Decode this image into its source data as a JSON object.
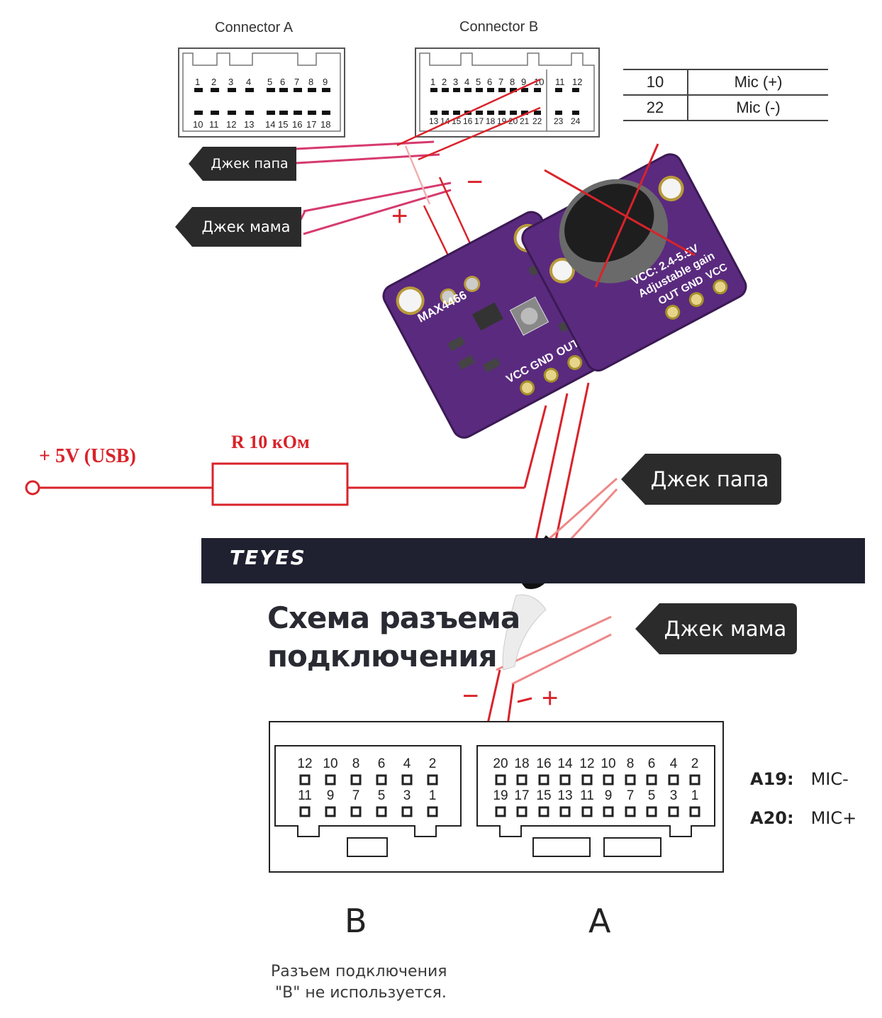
{
  "connectors": {
    "a_title": "Connector A",
    "b_title": "Connector B",
    "a_top_pins": [
      "1",
      "2",
      "3",
      "4",
      "5",
      "6",
      "7",
      "8",
      "9"
    ],
    "a_bottom_pins": [
      "10",
      "11",
      "12",
      "13",
      "14",
      "15",
      "16",
      "17",
      "18"
    ],
    "b_top_pins": [
      "1",
      "2",
      "3",
      "4",
      "5",
      "6",
      "7",
      "8",
      "9",
      "10",
      "11",
      "12"
    ],
    "b_bottom_pins": [
      "13",
      "14",
      "15",
      "16",
      "17",
      "18",
      "19",
      "20",
      "21",
      "22",
      "23",
      "24"
    ]
  },
  "mic_table": [
    {
      "pin": "10",
      "signal": "Mic (+)"
    },
    {
      "pin": "22",
      "signal": "Mic (-)"
    }
  ],
  "jack_labels": {
    "top_male": "Джек папа",
    "top_female": "Джек мама",
    "mid_male": "Джек папа",
    "mid_female": "Джек мама"
  },
  "polarity": {
    "plus": "+",
    "minus": "−"
  },
  "module_left": {
    "chip": "MAX4466",
    "pins": [
      "VCC",
      "GND",
      "OUT"
    ]
  },
  "module_right": {
    "vcc_text": "VCC: 2.4-5.5V",
    "gain_text": "Adjustable gain",
    "pins": [
      "OUT",
      "GND",
      "VCC"
    ]
  },
  "power": {
    "source_label": "+ 5V  (USB)",
    "resistor_label": "R 10 кОм"
  },
  "teyes": {
    "logo": "TEYES",
    "title_line1": "Схема разъема",
    "title_line2": "подключения"
  },
  "headunit": {
    "b_top": [
      "12",
      "10",
      "8",
      "6",
      "4",
      "2"
    ],
    "b_bottom": [
      "11",
      "9",
      "7",
      "5",
      "3",
      "1"
    ],
    "a_top": [
      "20",
      "18",
      "16",
      "14",
      "12",
      "10",
      "8",
      "6",
      "4",
      "2"
    ],
    "a_bottom": [
      "19",
      "17",
      "15",
      "13",
      "11",
      "9",
      "7",
      "5",
      "3",
      "1"
    ],
    "label_b": "B",
    "label_a": "A",
    "legend": [
      {
        "pin": "A19:",
        "signal": "MIC-"
      },
      {
        "pin": "A20:",
        "signal": "MIC+"
      }
    ],
    "note_line1": "Разъем подключения",
    "note_line2": "\"B\" не используется."
  },
  "colors": {
    "wire_red": "#d9232a",
    "wire_pink": "#d63a6e",
    "board_purple": "#5a2a7e",
    "dark_label": "#2b2b2b",
    "teyes_bar": "#1f2130"
  }
}
